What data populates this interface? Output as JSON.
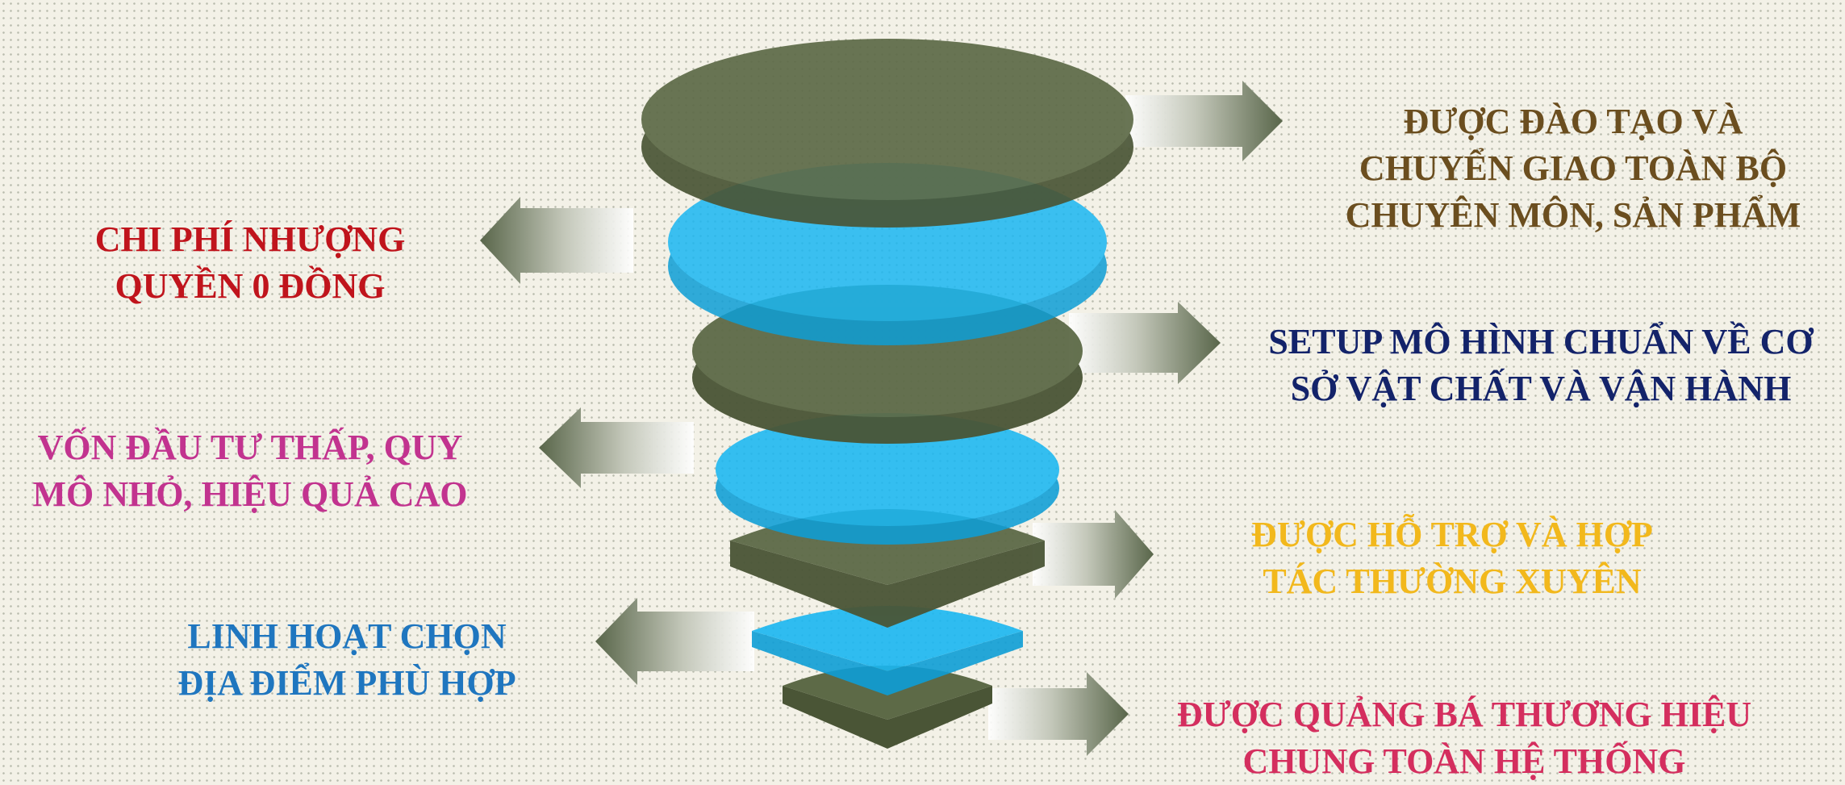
{
  "colors": {
    "dark_disc": "#5d6a47",
    "dark_disc_side": "#4a5536",
    "blue_disc": "#1ab7f2",
    "blue_disc_side": "#0e9ed6",
    "arrow": "#59664a"
  },
  "benefits_right": [
    {
      "lines": [
        "ĐƯỢC ĐÀO TẠO VÀ",
        "CHUYỂN GIAO TOÀN BỘ",
        "CHUYÊN MÔN, SẢN PHẨM"
      ],
      "color": "#6b4e1f"
    },
    {
      "lines": [
        "SETUP MÔ HÌNH CHUẨN VỀ CƠ",
        "SỞ VẬT CHẤT VÀ VẬN HÀNH"
      ],
      "color": "#13236a"
    },
    {
      "lines": [
        "ĐƯỢC HỖ TRỢ VÀ HỢP",
        "TÁC THƯỜNG XUYÊN"
      ],
      "color": "#f2b81c"
    },
    {
      "lines": [
        "ĐƯỢC QUẢNG BÁ THƯƠNG HIỆU",
        "CHUNG TOÀN HỆ THỐNG"
      ],
      "color": "#d42e5e"
    }
  ],
  "benefits_left": [
    {
      "lines": [
        "CHI PHÍ NHƯỢNG",
        "QUYỀN 0 ĐỒNG"
      ],
      "color": "#c0141c"
    },
    {
      "lines": [
        "VỐN ĐẦU TƯ THẤP, QUY",
        "MÔ NHỎ, HIỆU QUẢ CAO"
      ],
      "color": "#c2338f"
    },
    {
      "lines": [
        "LINH HOẠT CHỌN",
        "ĐỊA ĐIỂM PHÙ HỢP"
      ],
      "color": "#1f76bf"
    }
  ]
}
